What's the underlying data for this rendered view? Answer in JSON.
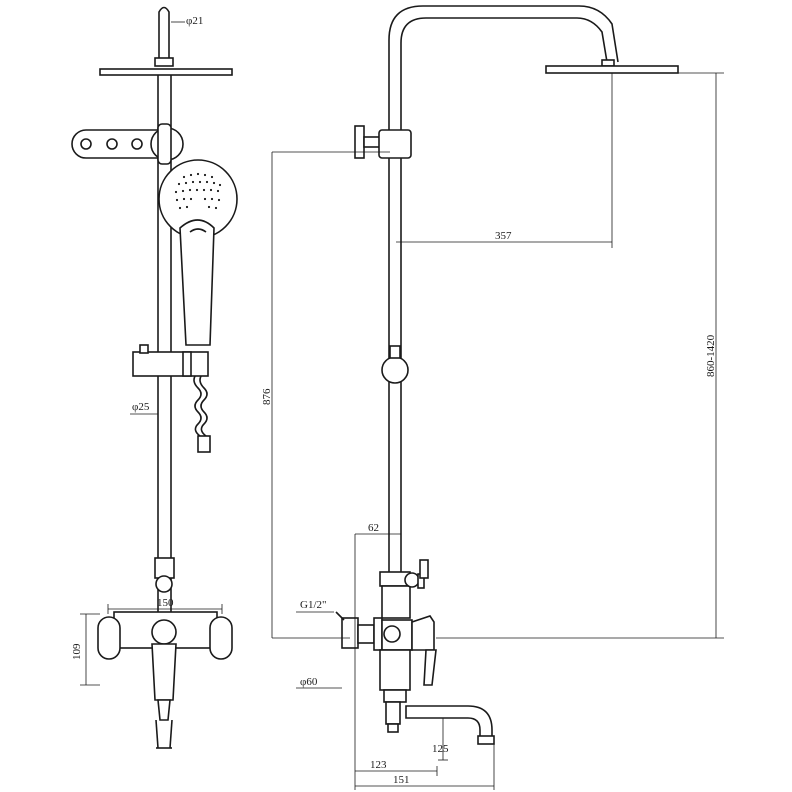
{
  "dimensions": {
    "d21": "φ21",
    "d25": "φ25",
    "d60": "φ60",
    "w150": "150",
    "h109": "109",
    "h876": "876",
    "w357": "357",
    "h860_1420": "860-1420",
    "w62": "62",
    "g12": "G1/2\"",
    "w125": "125",
    "w123": "123",
    "w151": "151"
  },
  "colors": {
    "line": "#1a1a1a",
    "background": "#ffffff"
  }
}
